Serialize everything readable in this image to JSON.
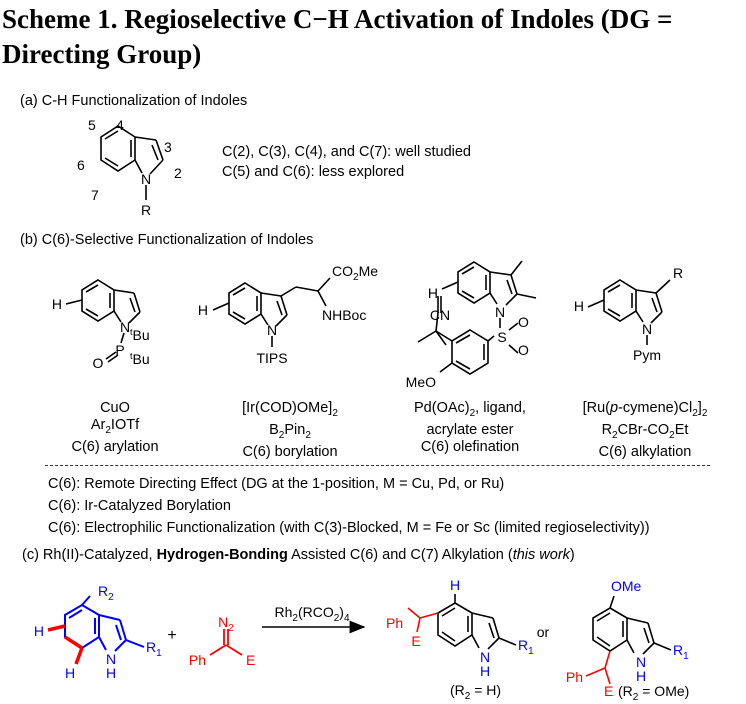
{
  "title": "Scheme 1. Regioselective C−H Activation of Indoles (DG = Directing Group)",
  "part_a": {
    "heading": "(a) C-H Functionalization of Indoles",
    "numbers": [
      "5",
      "4",
      "3",
      "6",
      "2",
      "7"
    ],
    "N": "N",
    "R": "R",
    "line1": "C(2), C(3), C(4), and C(7): well studied",
    "line2": "C(5) and C(6): less explored"
  },
  "part_b": {
    "heading": "(b) C(6)-Selective Functionalization of Indoles",
    "labels": {
      "tBu1": "tBu",
      "tBu2": "tBu",
      "P": "P",
      "O": "O",
      "co2me": "CO2Me",
      "nhboc": "NHBoc",
      "tips": "TIPS",
      "cn": "CN",
      "meo": "MeO",
      "S": "S",
      "R": "R",
      "pym": "Pym",
      "H": "H",
      "N": "N"
    },
    "conditions": [
      [
        "CuO",
        "Ar2IOTf",
        "C(6) arylation"
      ],
      [
        "[Ir(COD)OMe]2",
        "B2Pin2",
        "C(6) borylation"
      ],
      [
        "Pd(OAc)2, ligand,",
        "acrylate ester",
        "C(6) olefination"
      ],
      [
        "[Ru(p-cymene)Cl2]2",
        "R2CBr-CO2Et",
        "C(6) alkylation"
      ]
    ],
    "notes": [
      "C(6): Remote Directing Effect (DG at the 1-position, M = Cu, Pd, or Ru)",
      "C(6): Ir-Catalyzed Borylation",
      "C(6): Electrophilic Functionalization (with C(3)-Blocked, M = Fe or Sc (limited regioselectivity))"
    ]
  },
  "part_c": {
    "heading_prefix": "(c) Rh(II)-Catalyzed, ",
    "heading_bold": "Hydrogen-Bonding",
    "heading_mid": " Assisted C(6) and C(7) Alkylation (",
    "heading_italic": "this work",
    "heading_suffix": ")",
    "plus": "+",
    "reagent": "Rh2(RCO2)4",
    "or": "or",
    "r2_h": "(R2 = H)",
    "r2_ome": "(R2 = OMe)",
    "labels": {
      "R2": "R2",
      "R1": "R1",
      "N2": "N2",
      "Ph": "Ph",
      "E": "E",
      "NH": "N",
      "H": "H",
      "OMe": "OMe"
    }
  },
  "colors": {
    "blue": "#0000ff",
    "red": "#ff0000",
    "black": "#000000"
  }
}
